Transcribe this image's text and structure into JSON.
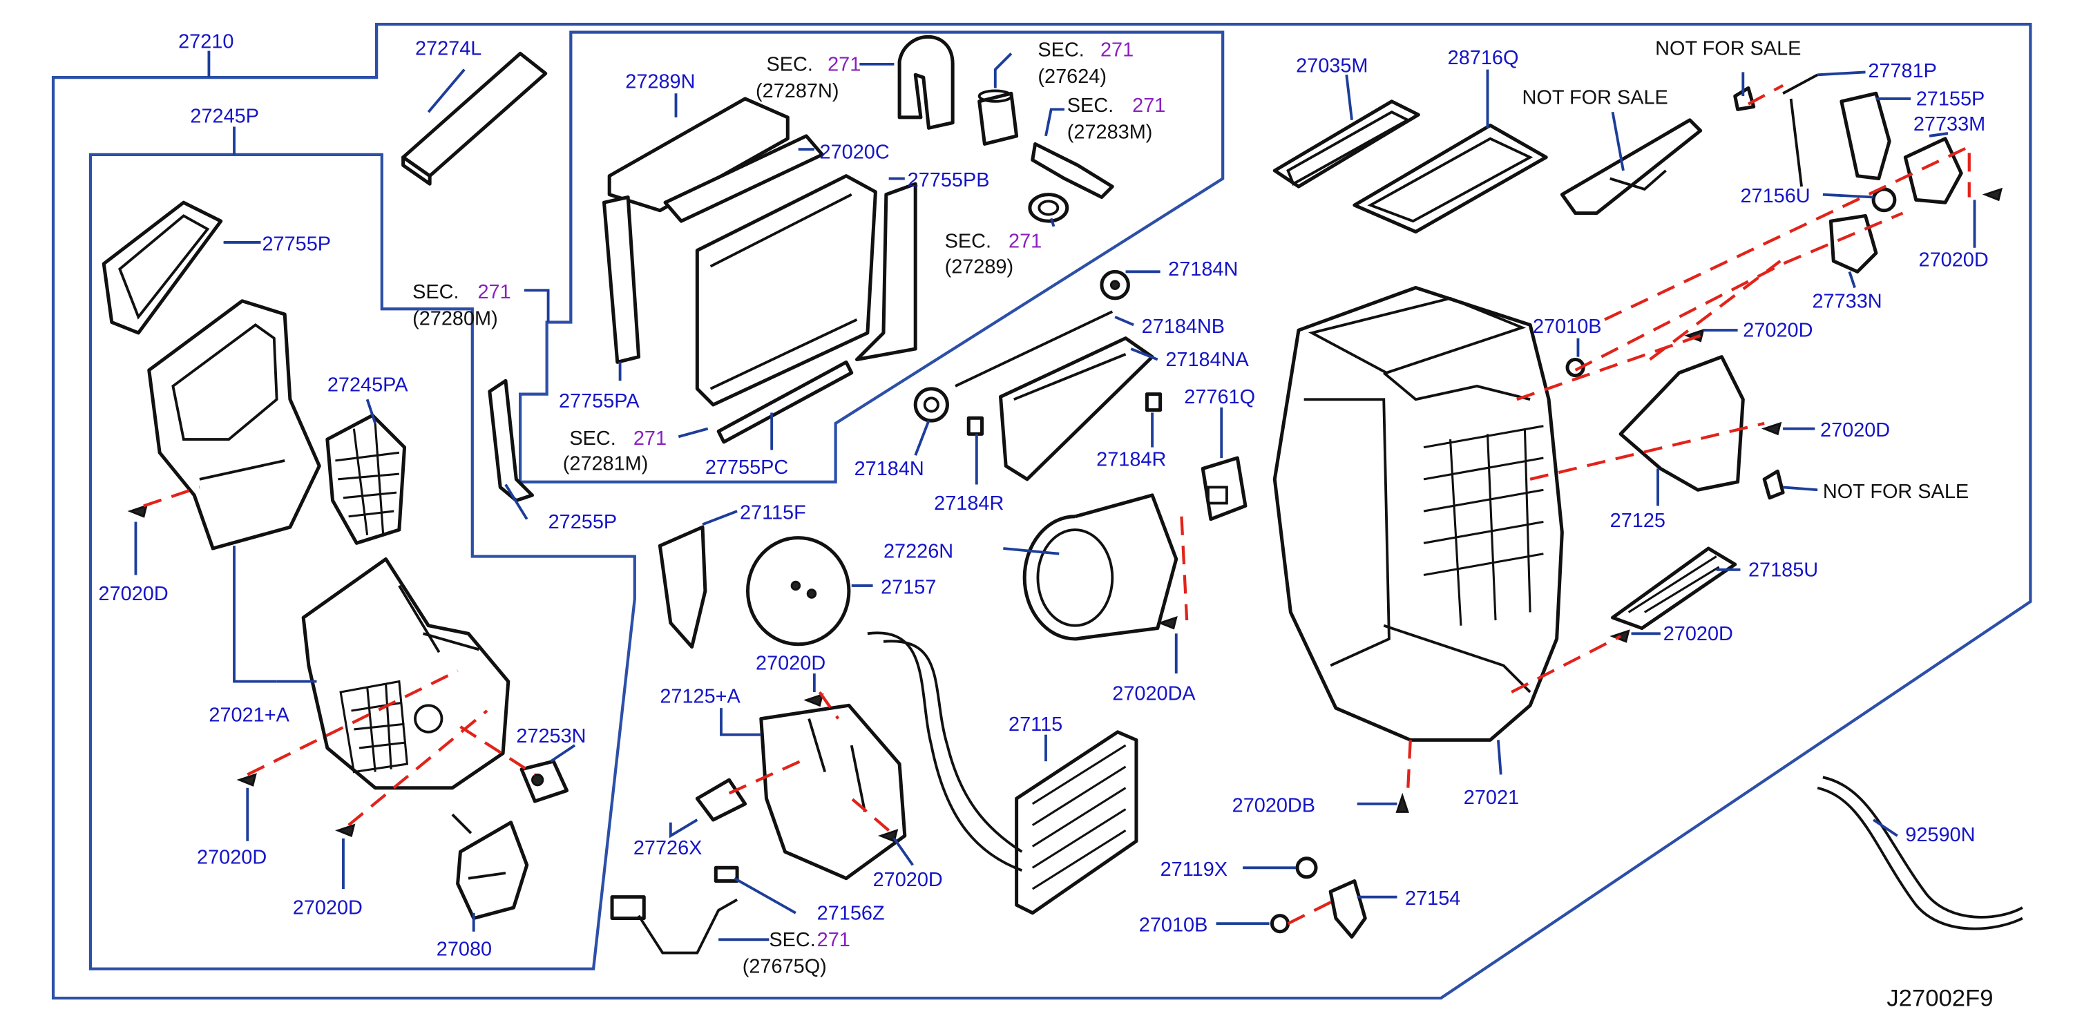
{
  "diagram": {
    "drawing_number": "J27002F9",
    "sec_prefix": "SEC.",
    "sec_number": "271",
    "not_for_sale": "NOT  FOR  SALE",
    "labels": {
      "p27210": "27210",
      "p27274L": "27274L",
      "p27245P": "27245P",
      "p27755P": "27755P",
      "p27245PA": "27245PA",
      "p27020D_a": "27020D",
      "p27021A": "27021+A",
      "p27253N": "27253N",
      "p27020D_b": "27020D",
      "p27020D_c": "27020D",
      "p27080": "27080",
      "p27289N": "27289N",
      "p27020C": "27020C",
      "p27755PB": "27755PB",
      "p27755PA": "27755PA",
      "p27755PC": "27755PC",
      "p27255P": "27255P",
      "ref27287N": "(27287N)",
      "ref27624": "(27624)",
      "ref27283M": "(27283M)",
      "ref27289": "(27289)",
      "ref27280M": "(27280M)",
      "ref27281M": "(27281M)",
      "ref27675Q": "(27675Q)",
      "p27184N_a": "27184N",
      "p27184NB": "27184NB",
      "p27184NA": "27184NA",
      "p27184N_b": "27184N",
      "p27184R_a": "27184R",
      "p27184R_b": "27184R",
      "p27761Q": "27761Q",
      "p27115F": "27115F",
      "p27157": "27157",
      "p27226N": "27226N",
      "p27020D_d": "27020D",
      "p27020DA": "27020DA",
      "p27125A": "27125+A",
      "p27115": "27115",
      "p27726X": "27726X",
      "p27020D_e": "27020D",
      "p27156Z": "27156Z",
      "p27035M": "27035M",
      "p28716Q": "28716Q",
      "p27781P": "27781P",
      "p27155P": "27155P",
      "p27733M": "27733M",
      "p27156U": "27156U",
      "p27733N": "27733N",
      "p27020D_f": "27020D",
      "p27010B_a": "27010B",
      "p27020D_g": "27020D",
      "p27020D_h": "27020D",
      "p27125": "27125",
      "p27185U": "27185U",
      "p27020D_i": "27020D",
      "p27020DB": "27020DB",
      "p27021": "27021",
      "p27119X": "27119X",
      "p27154": "27154",
      "p27010B_b": "27010B",
      "p92590N": "92590N"
    }
  }
}
